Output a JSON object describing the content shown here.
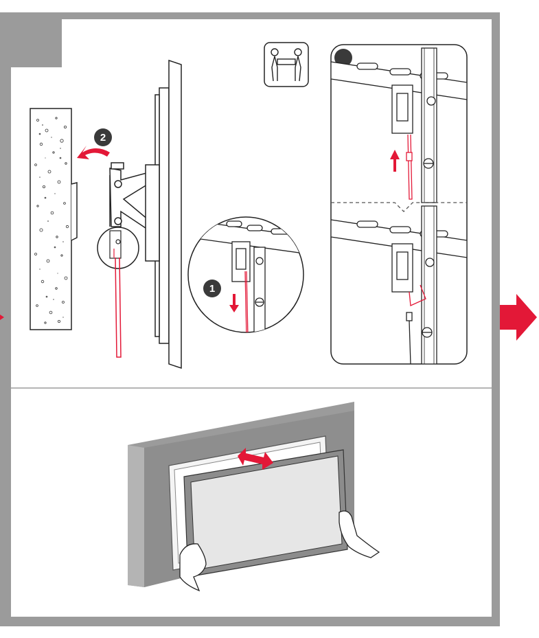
{
  "page": {
    "frame_color": "#9a9a9a",
    "accent_color": "#e31837",
    "dark_color": "#3a3a3a",
    "step_number": ""
  },
  "top_panel": {
    "people_icon": "two-person-lift-icon",
    "callout_1": {
      "label": "1"
    },
    "callout_2": {
      "label": "2"
    },
    "detail_badge": {
      "label": ""
    }
  },
  "bottom_panel": {
    "scene": "tv-being-positioned-on-wall-mount",
    "slide_arrow": "double-headed-arrow-icon"
  },
  "navigation": {
    "next_arrow": "next-step-arrow-icon"
  }
}
